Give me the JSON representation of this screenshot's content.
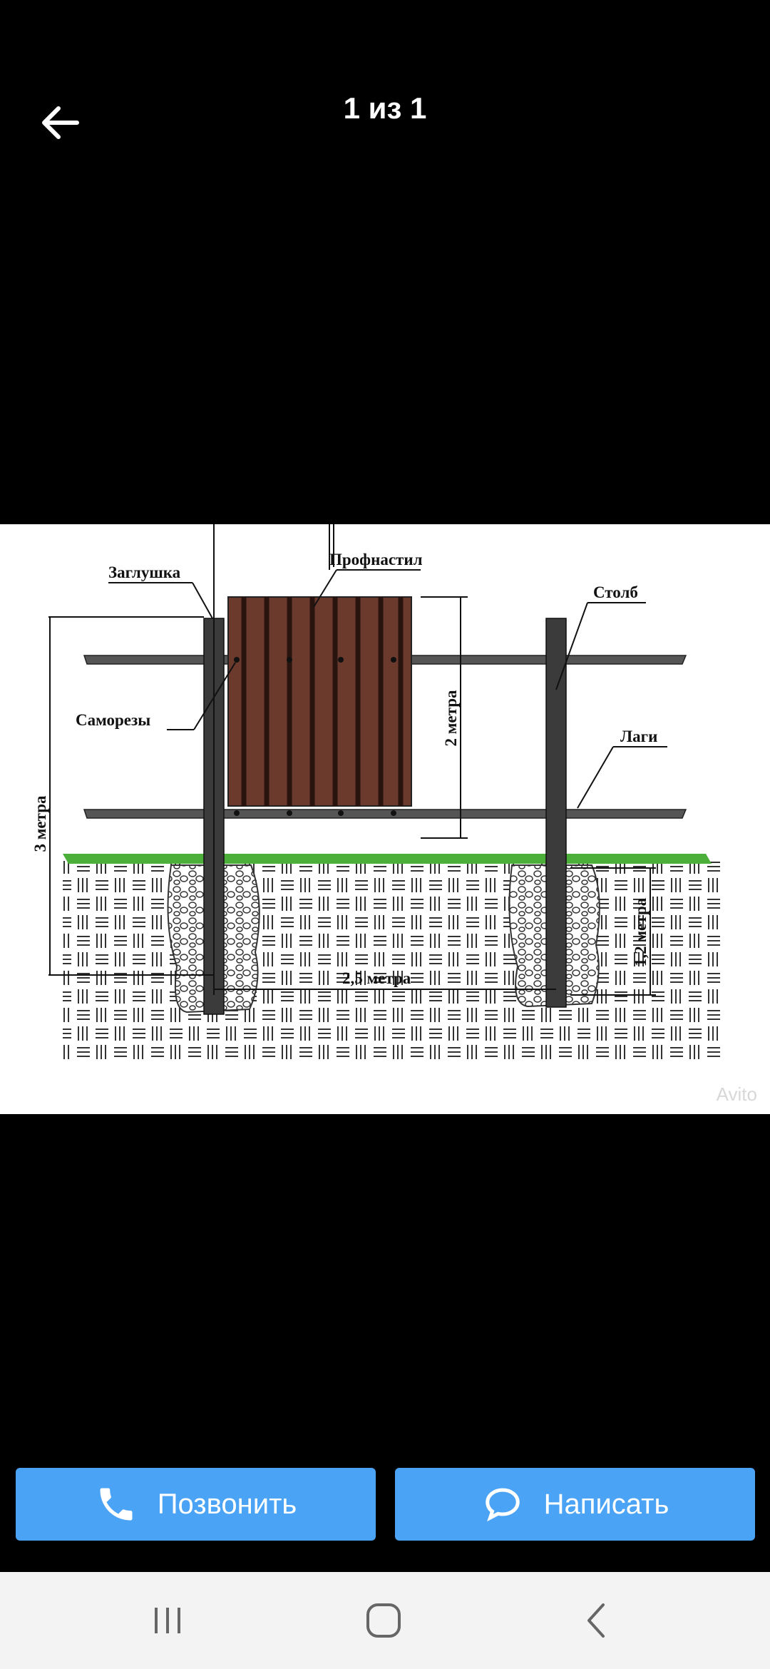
{
  "header": {
    "counter": "1 из 1"
  },
  "diagram": {
    "labels": {
      "zaglushka": "Заглушка",
      "profnastil": "Профнастил",
      "stolb": "Столб",
      "samorezy": "Саморезы",
      "lagi": "Лаги",
      "height_3m": "3 метра",
      "height_2m": "2 метра",
      "depth_1_2m": "1,2 метра",
      "span_2_5m": "2,5 метра"
    },
    "watermark": "Avito"
  },
  "actions": {
    "call_label": "Позвонить",
    "message_label": "Написать"
  },
  "colors": {
    "accent": "#4aa3f5",
    "grass": "#4caf3a",
    "sheet": "#6b3a2c",
    "post": "#3b3b3b"
  },
  "system_nav": [
    "recent-apps-icon",
    "home-icon",
    "back-icon"
  ]
}
